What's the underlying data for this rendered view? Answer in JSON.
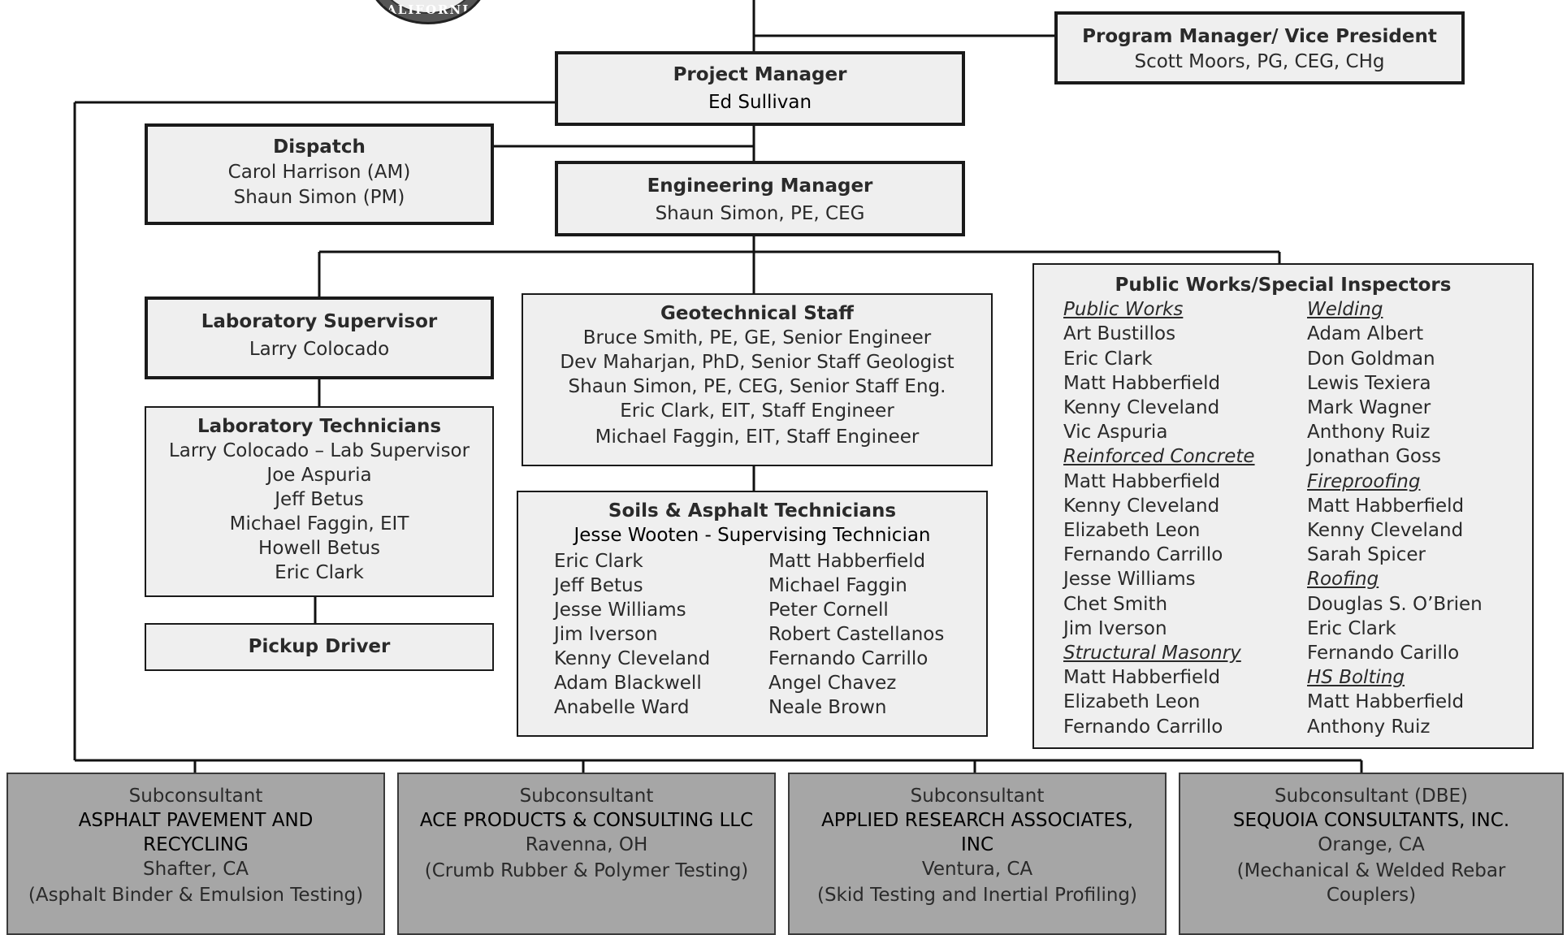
{
  "seal": {
    "text": "CALIFORNIA"
  },
  "program_manager": {
    "title": "Program Manager/ Vice President",
    "name": "Scott Moors, PG, CEG, CHg"
  },
  "project_manager": {
    "title": "Project Manager",
    "name": "Ed Sullivan"
  },
  "dispatch": {
    "title": "Dispatch",
    "lines": [
      "Carol Harrison (AM)",
      "Shaun Simon (PM)"
    ]
  },
  "engineering_manager": {
    "title": "Engineering Manager",
    "name": "Shaun Simon, PE, CEG"
  },
  "lab_supervisor": {
    "title": "Laboratory Supervisor",
    "name": "Larry Colocado"
  },
  "lab_technicians": {
    "title": "Laboratory Technicians",
    "lines": [
      "Larry Colocado – Lab Supervisor",
      "Joe Aspuria",
      "Jeff Betus",
      "Michael Faggin, EIT",
      "Howell Betus",
      "Eric Clark"
    ]
  },
  "pickup_driver": {
    "title": "Pickup Driver"
  },
  "geotechnical_staff": {
    "title": "Geotechnical Staff",
    "lines": [
      "Bruce Smith, PE, GE, Senior Engineer",
      "Dev Maharjan, PhD, Senior Staff Geologist",
      "Shaun Simon, PE, CEG, Senior Staff Eng.",
      "Eric Clark, EIT,  Staff Engineer",
      "Michael Faggin, EIT, Staff Engineer"
    ]
  },
  "soils_technicians": {
    "title": "Soils & Asphalt Technicians",
    "subtitle": "Jesse Wooten - Supervising Technician",
    "left": [
      "Eric Clark",
      "Jeff Betus",
      "Jesse Williams",
      "Jim Iverson",
      "Kenny Cleveland",
      "Adam Blackwell",
      "Anabelle Ward"
    ],
    "right": [
      "Matt Habberfield",
      "Michael Faggin",
      "Peter Cornell",
      "Robert Castellanos",
      "Fernando Carrillo",
      "Angel Chavez",
      "Neale Brown"
    ]
  },
  "public_works": {
    "title": "Public Works/Special Inspectors",
    "left": [
      {
        "text": "Public Works",
        "heading": true
      },
      {
        "text": "Art Bustillos"
      },
      {
        "text": "Eric Clark"
      },
      {
        "text": "Matt Habberfield"
      },
      {
        "text": "Kenny Cleveland"
      },
      {
        "text": "Vic Aspuria"
      },
      {
        "text": "Reinforced Concrete",
        "heading": true
      },
      {
        "text": "Matt Habberfield"
      },
      {
        "text": "Kenny Cleveland"
      },
      {
        "text": "Elizabeth Leon"
      },
      {
        "text": "Fernando Carrillo"
      },
      {
        "text": "Jesse Williams"
      },
      {
        "text": "Chet Smith"
      },
      {
        "text": "Jim Iverson"
      },
      {
        "text": "Structural Masonry",
        "heading": true
      },
      {
        "text": "Matt Habberfield"
      },
      {
        "text": "Elizabeth Leon"
      },
      {
        "text": "Fernando Carrillo"
      }
    ],
    "right": [
      {
        "text": "Welding",
        "heading": true
      },
      {
        "text": "Adam Albert"
      },
      {
        "text": "Don Goldman"
      },
      {
        "text": "Lewis Texiera"
      },
      {
        "text": "Mark Wagner"
      },
      {
        "text": "Anthony Ruiz"
      },
      {
        "text": "Jonathan Goss"
      },
      {
        "text": "Fireproofing",
        "heading": true
      },
      {
        "text": "Matt Habberfield"
      },
      {
        "text": "Kenny Cleveland"
      },
      {
        "text": "Sarah Spicer"
      },
      {
        "text": "Roofing",
        "heading": true
      },
      {
        "text": "Douglas S. O’Brien"
      },
      {
        "text": "Eric Clark"
      },
      {
        "text": "Fernando Carillo"
      },
      {
        "text": "HS Bolting",
        "heading": true
      },
      {
        "text": "Matt Habberfield"
      },
      {
        "text": "Anthony Ruiz"
      }
    ]
  },
  "subconsultants": [
    {
      "label": "Subconsultant",
      "name": "ASPHALT PAVEMENT AND RECYCLING",
      "location": "Shafter, CA",
      "service": "(Asphalt Binder & Emulsion Testing)"
    },
    {
      "label": "Subconsultant",
      "name": "ACE PRODUCTS & CONSULTING LLC",
      "location": "Ravenna, OH",
      "service": "(Crumb Rubber & Polymer Testing)"
    },
    {
      "label": "Subconsultant",
      "name": "APPLIED RESEARCH ASSOCIATES, INC",
      "location": "Ventura, CA",
      "service": "(Skid Testing and Inertial Profiling)"
    },
    {
      "label": "Subconsultant (DBE)",
      "name": "SEQUOIA CONSULTANTS, INC.",
      "location": "Orange, CA",
      "service": "(Mechanical & Welded Rebar Couplers)"
    }
  ]
}
